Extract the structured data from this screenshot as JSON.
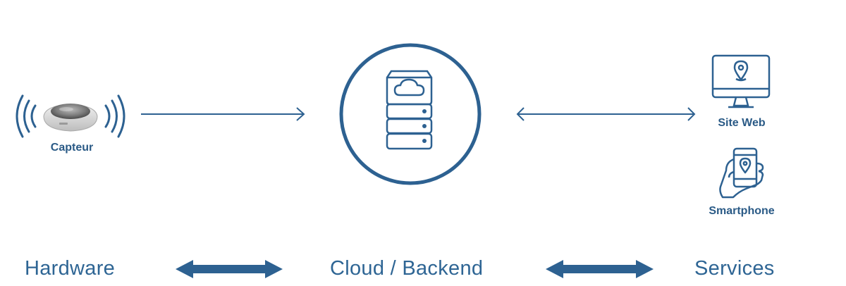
{
  "colors": {
    "primary": "#2d6191",
    "label": "#2a5a86",
    "sensor_body": "#e0e0e0",
    "sensor_top": "#8a8a8a"
  },
  "nodes": {
    "sensor": {
      "label": "Capteur",
      "icon": "sensor-icon"
    },
    "cloud": {
      "icon": "cloud-server-icon"
    },
    "website": {
      "label": "Site Web",
      "icon": "monitor-location-icon"
    },
    "smartphone": {
      "label": "Smartphone",
      "icon": "phone-location-icon"
    }
  },
  "layers": {
    "hardware": "Hardware",
    "cloud": "Cloud / Backend",
    "services": "Services"
  }
}
